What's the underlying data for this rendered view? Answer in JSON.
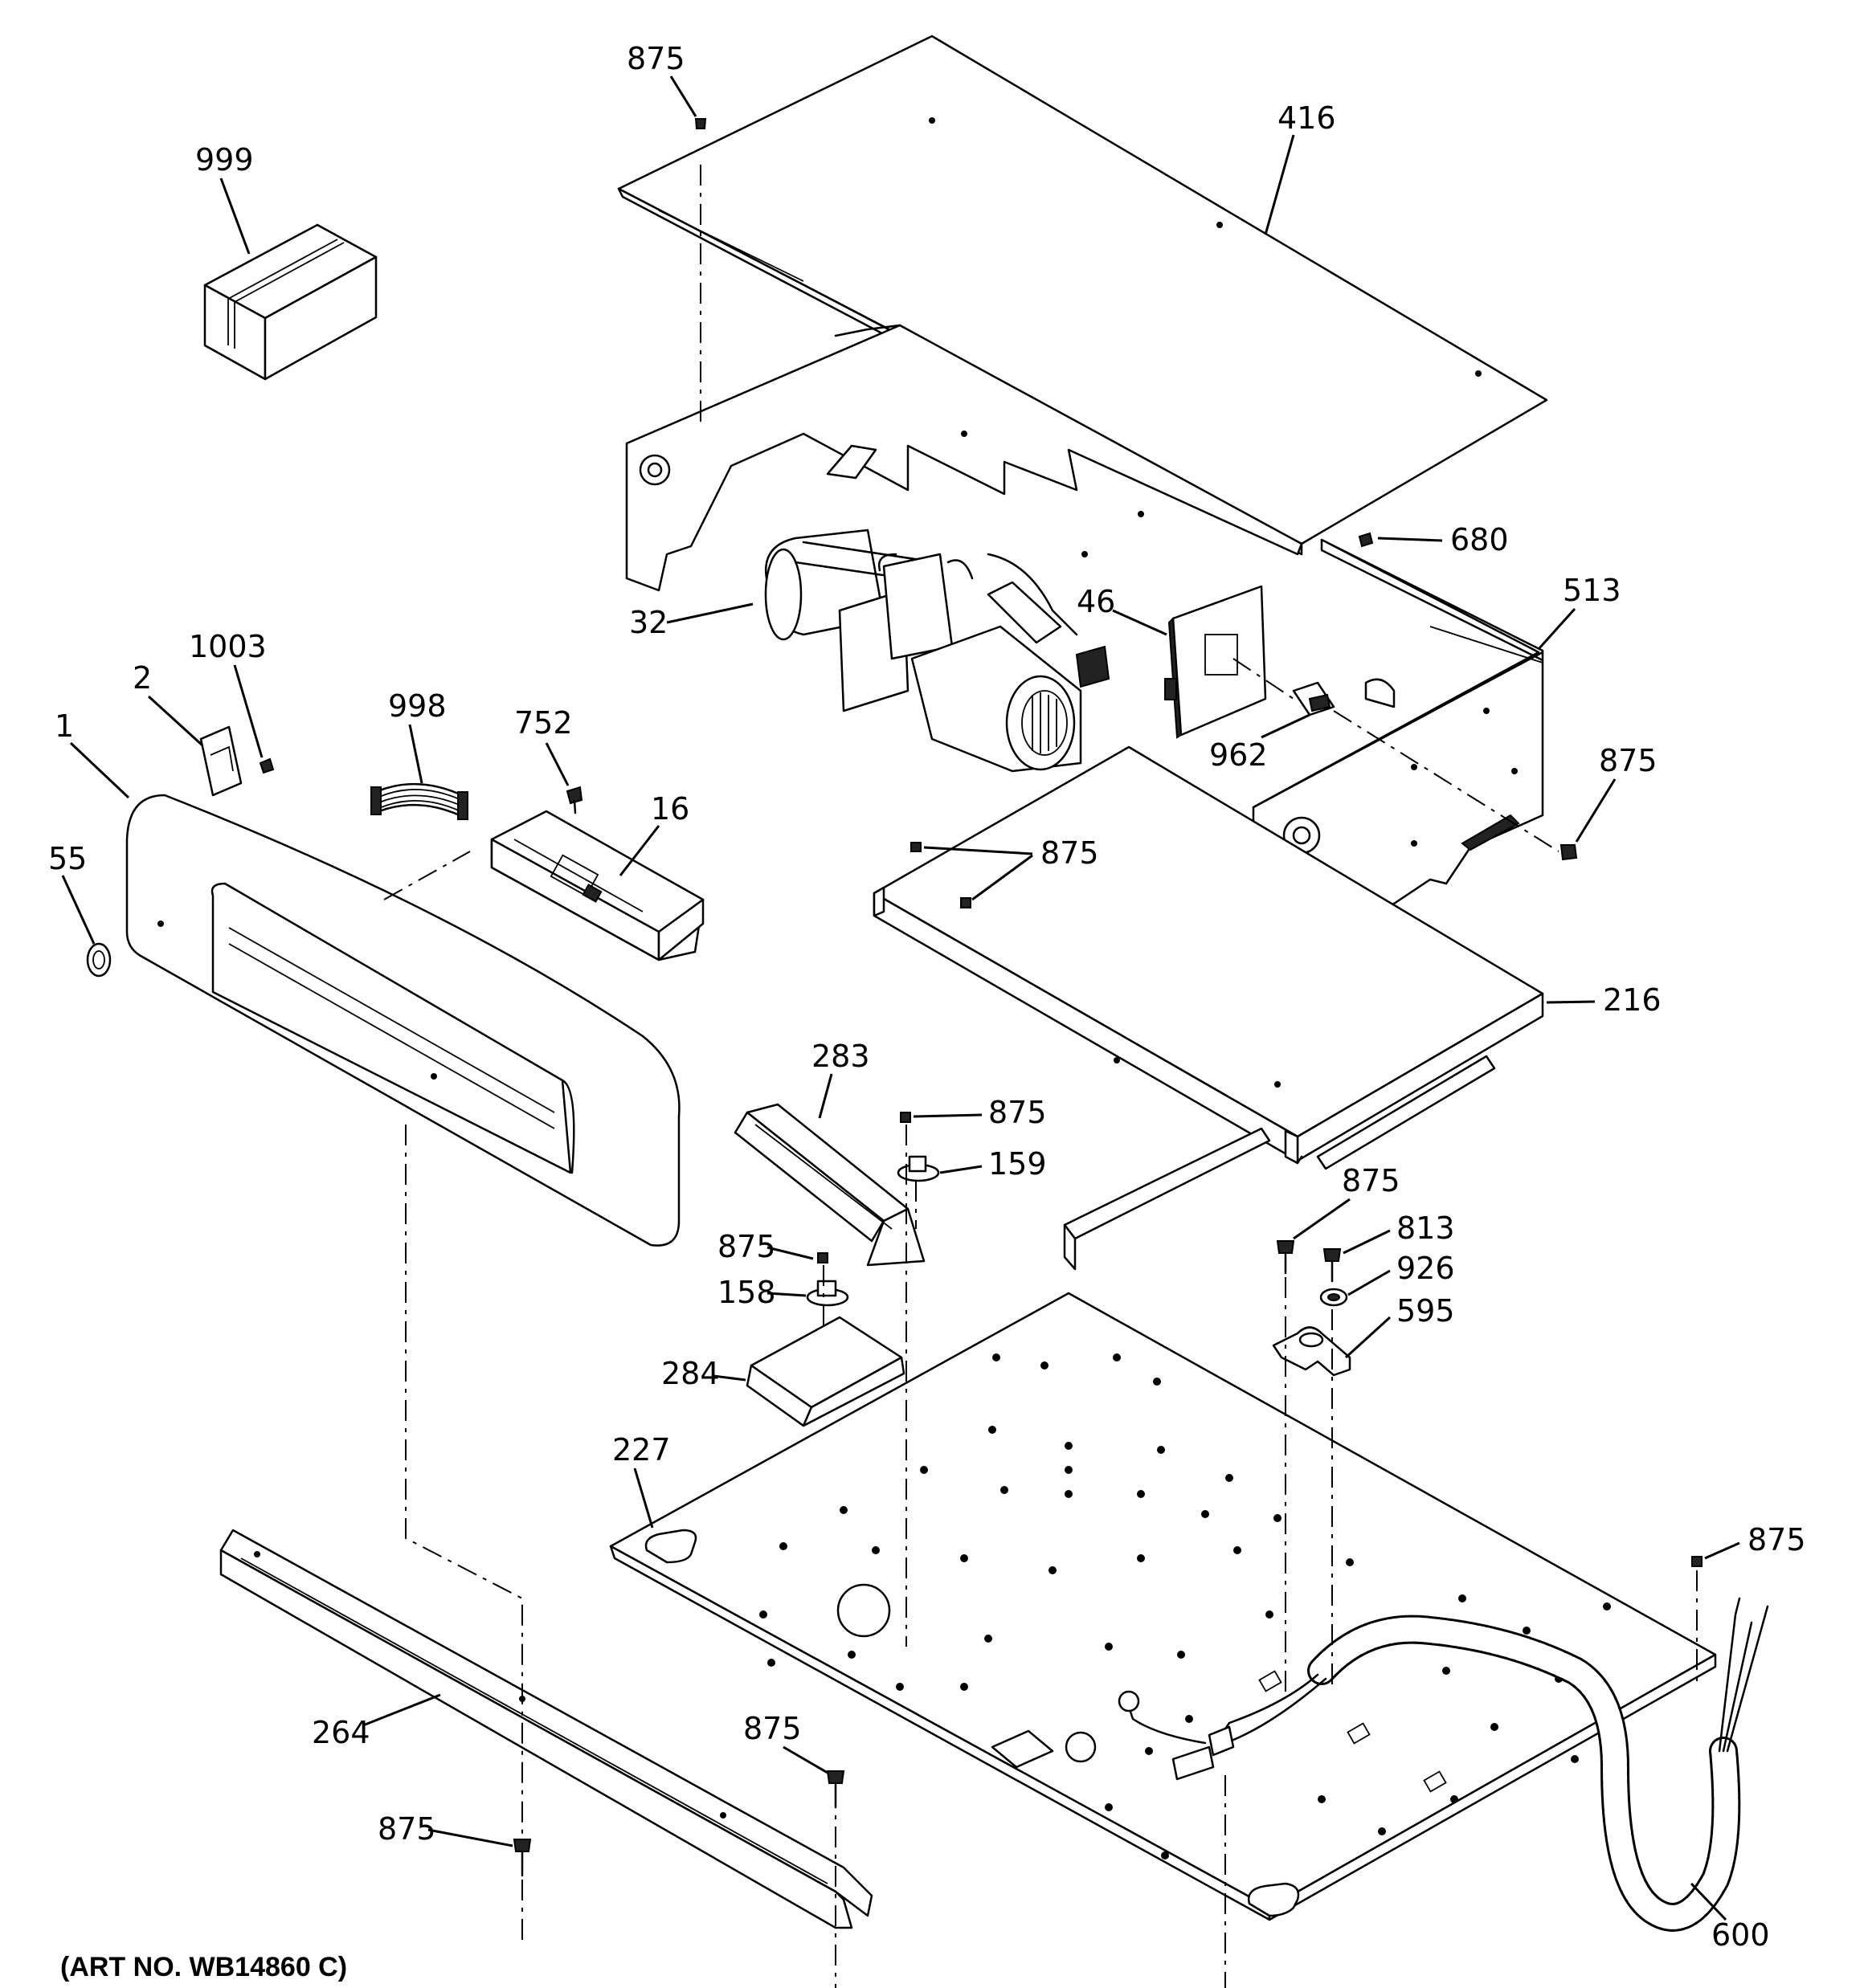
{
  "callouts": [
    {
      "id": "c999",
      "label": "999"
    },
    {
      "id": "c875-top",
      "label": "875"
    },
    {
      "id": "c416",
      "label": "416"
    },
    {
      "id": "c680",
      "label": "680"
    },
    {
      "id": "c513",
      "label": "513"
    },
    {
      "id": "c32",
      "label": "32"
    },
    {
      "id": "c46",
      "label": "46"
    },
    {
      "id": "c962",
      "label": "962"
    },
    {
      "id": "c875-right",
      "label": "875"
    },
    {
      "id": "c1003",
      "label": "1003"
    },
    {
      "id": "c2",
      "label": "2"
    },
    {
      "id": "c1",
      "label": "1"
    },
    {
      "id": "c998",
      "label": "998"
    },
    {
      "id": "c752",
      "label": "752"
    },
    {
      "id": "c16",
      "label": "16"
    },
    {
      "id": "c55",
      "label": "55"
    },
    {
      "id": "c875-mid",
      "label": "875"
    },
    {
      "id": "c216",
      "label": "216"
    },
    {
      "id": "c283",
      "label": "283"
    },
    {
      "id": "c875-b",
      "label": "875"
    },
    {
      "id": "c159",
      "label": "159"
    },
    {
      "id": "c875-c",
      "label": "875"
    },
    {
      "id": "c813",
      "label": "813"
    },
    {
      "id": "c875-d",
      "label": "875"
    },
    {
      "id": "c926",
      "label": "926"
    },
    {
      "id": "c158",
      "label": "158"
    },
    {
      "id": "c595",
      "label": "595"
    },
    {
      "id": "c284",
      "label": "284"
    },
    {
      "id": "c227",
      "label": "227"
    },
    {
      "id": "c875-e",
      "label": "875"
    },
    {
      "id": "c264",
      "label": "264"
    },
    {
      "id": "c875-f",
      "label": "875"
    },
    {
      "id": "c875-g",
      "label": "875"
    },
    {
      "id": "c600",
      "label": "600"
    }
  ],
  "caption": "(ART NO. WB14860 C)"
}
